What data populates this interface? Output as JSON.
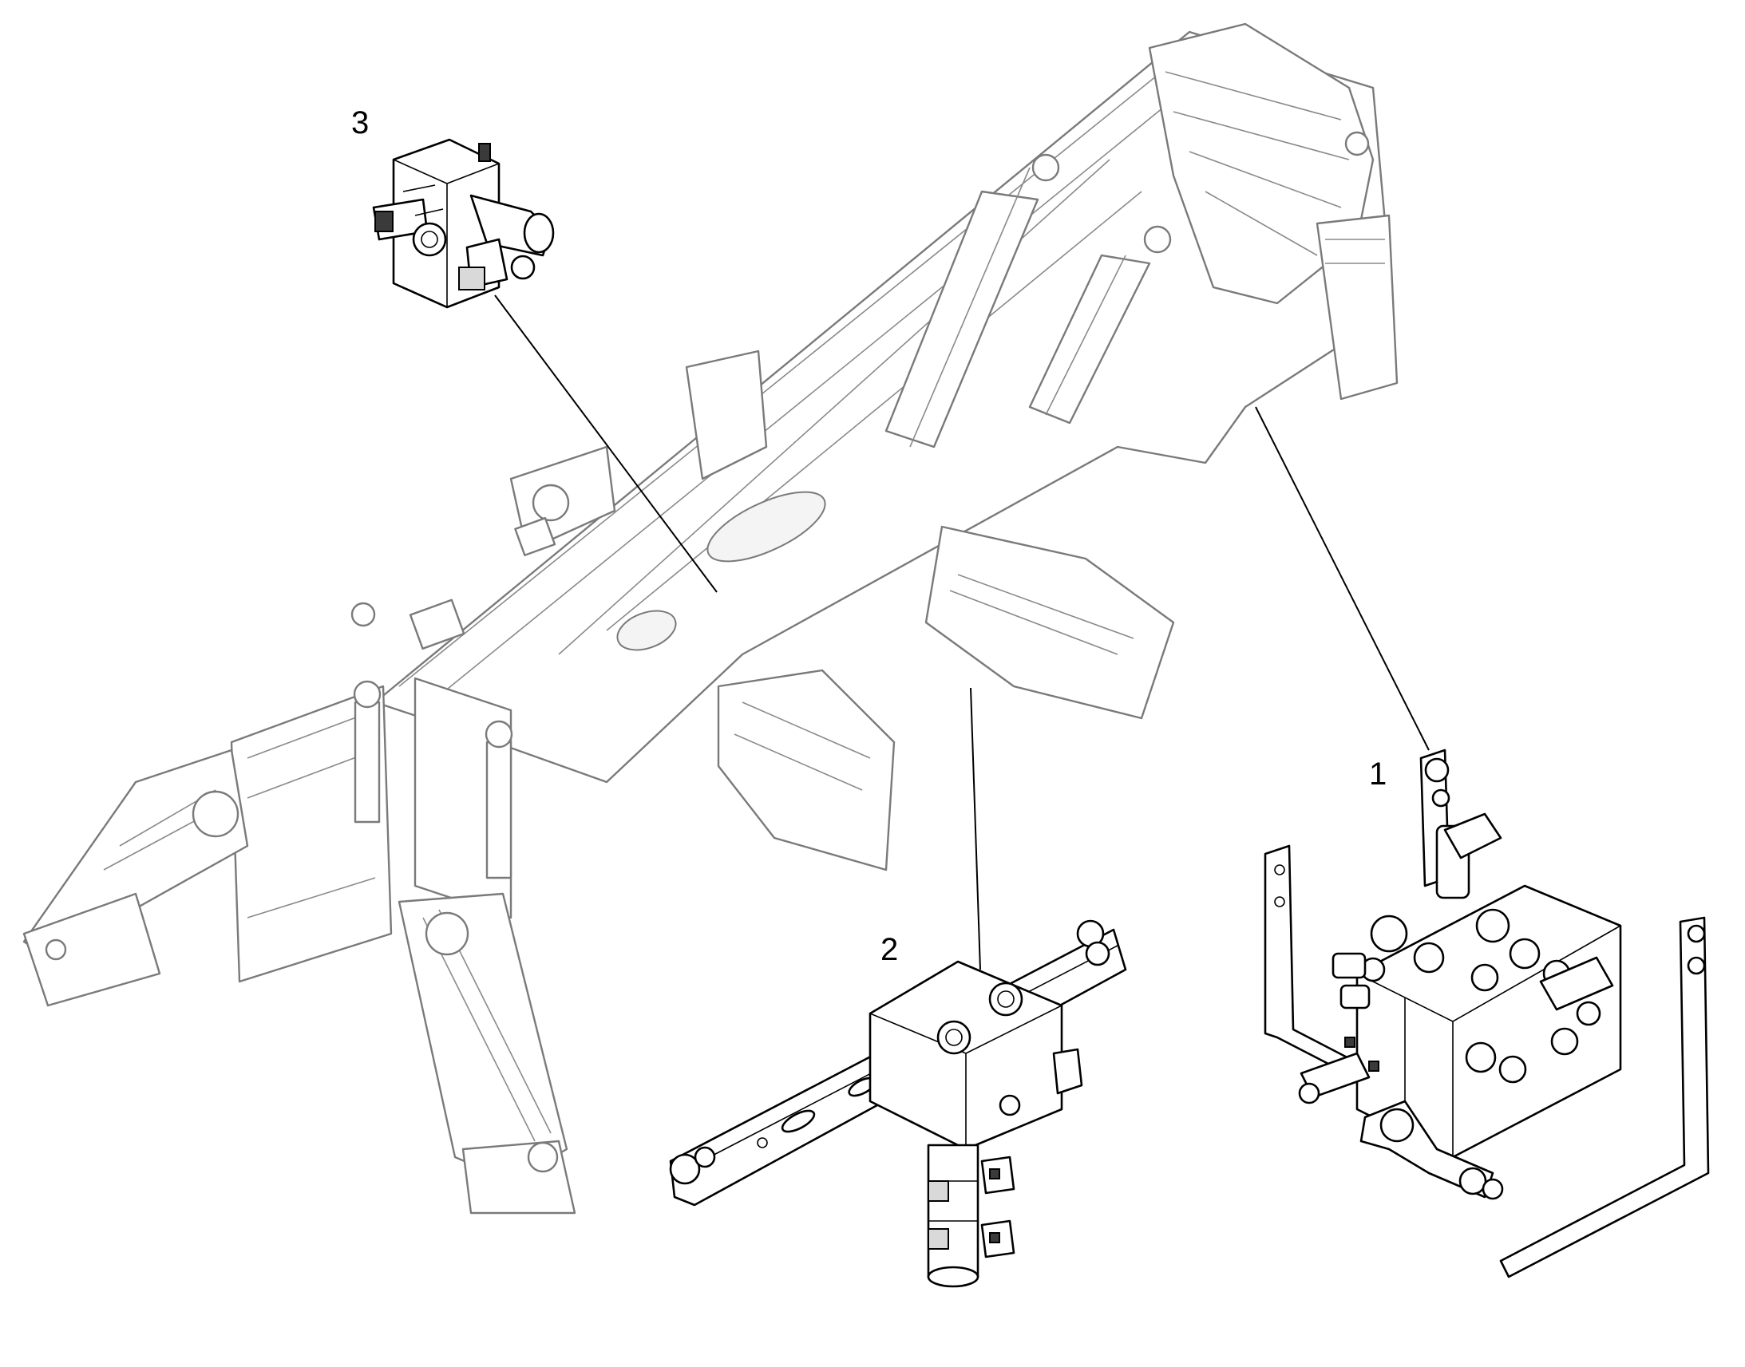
{
  "callouts": [
    {
      "label": "1"
    },
    {
      "label": "2"
    },
    {
      "label": "3"
    }
  ],
  "colors": {
    "background": "#ffffff",
    "frame_line": "#7a7a7a",
    "part_line": "#000000",
    "label": "#000000"
  }
}
